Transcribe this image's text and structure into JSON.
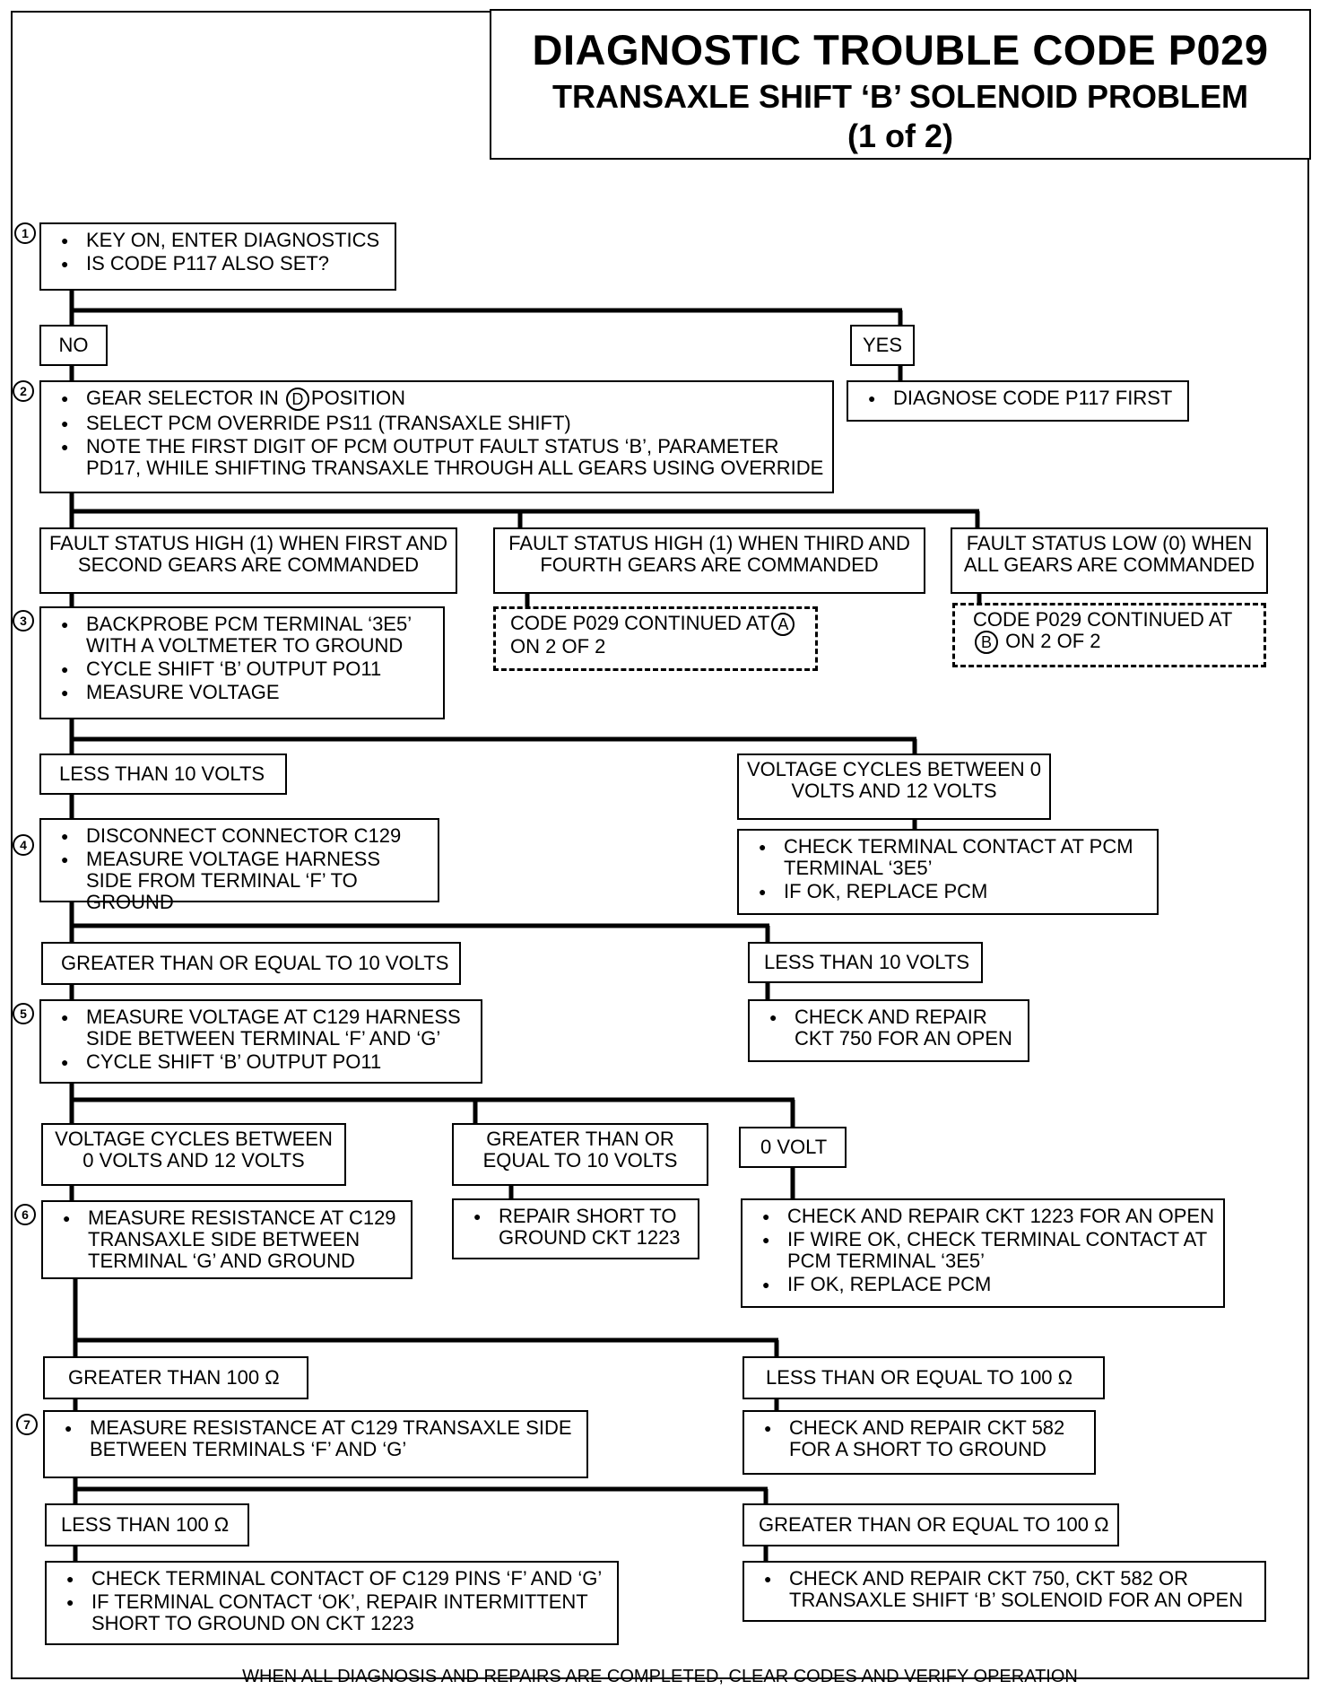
{
  "title": {
    "line1": "DIAGNOSTIC TROUBLE CODE P029",
    "line2": "TRANSAXLE SHIFT ‘B’ SOLENOID PROBLEM",
    "line3": "(1 of 2)"
  },
  "steps": {
    "s1": {
      "num": "1",
      "items": [
        "KEY ON, ENTER DIAGNOSTICS",
        "IS CODE P117 ALSO SET?"
      ]
    },
    "no": "NO",
    "yes": "YES",
    "diagnose": "DIAGNOSE CODE P117 FIRST",
    "s2": {
      "num": "2",
      "item1_pre": "GEAR SELECTOR IN",
      "item1_circle": "D",
      "item1_post": "POSITION",
      "item2": "SELECT PCM OVERRIDE PS11 (TRANSAXLE SHIFT)",
      "item3": "NOTE THE FIRST DIGIT OF PCM OUTPUT FAULT STATUS ‘B’, PARAMETER PD17, WHILE SHIFTING TRANSAXLE THROUGH ALL GEARS USING OVERRIDE"
    },
    "fault1": "FAULT STATUS HIGH (1) WHEN FIRST AND SECOND GEARS ARE COMMANDED",
    "fault2": "FAULT STATUS HIGH (1) WHEN THIRD AND FOURTH GEARS ARE COMMANDED",
    "fault3": "FAULT STATUS LOW  (0) WHEN ALL GEARS ARE COMMANDED",
    "contA": {
      "pre": "CODE P029 CONTINUED AT",
      "circle": "A",
      "post": "ON 2 OF 2"
    },
    "contB": {
      "pre": "CODE P029 CONTINUED AT",
      "circle": "B",
      "post": "ON 2 OF 2"
    },
    "s3": {
      "num": "3",
      "items": [
        "BACKPROBE PCM TERMINAL ‘3E5’ WITH A VOLTMETER TO GROUND",
        "CYCLE SHIFT ‘B’ OUTPUT PO11",
        "MEASURE VOLTAGE"
      ]
    },
    "lt10a": "LESS THAN 10 VOLTS",
    "cycles_a": "VOLTAGE CYCLES BETWEEN 0 VOLTS AND 12 VOLTS",
    "check_pcm": [
      "CHECK TERMINAL CONTACT AT PCM TERMINAL ‘3E5’",
      "IF OK, REPLACE PCM"
    ],
    "s4": {
      "num": "4",
      "items": [
        "DISCONNECT CONNECTOR C129",
        "MEASURE VOLTAGE HARNESS SIDE FROM TERMINAL ‘F’ TO GROUND"
      ]
    },
    "ge10a": "GREATER THAN OR EQUAL TO 10 VOLTS",
    "lt10b": "LESS THAN 10 VOLTS",
    "ckt750": "CHECK AND REPAIR CKT 750 FOR AN OPEN",
    "s5": {
      "num": "5",
      "items": [
        "MEASURE VOLTAGE AT C129 HARNESS SIDE BETWEEN TERMINAL ‘F’ AND ‘G’",
        "CYCLE SHIFT ‘B’ OUTPUT PO11"
      ]
    },
    "cycles_b": "VOLTAGE CYCLES BETWEEN 0 VOLTS AND 12 VOLTS",
    "ge10b": "GREATER THAN OR EQUAL TO 10 VOLTS",
    "zero": "0 VOLT",
    "s6": {
      "num": "6",
      "items": [
        "MEASURE RESISTANCE AT C129 TRANSAXLE SIDE BETWEEN TERMINAL ‘G’ AND GROUND"
      ]
    },
    "repair_short": "REPAIR  SHORT  TO GROUND CKT 1223",
    "ckt1223": [
      "CHECK AND REPAIR CKT 1223 FOR AN OPEN",
      "IF WIRE OK, CHECK TERMINAL CONTACT AT PCM TERMINAL ‘3E5’",
      "IF OK, REPLACE PCM"
    ],
    "gt100": "GREATER THAN 100 Ω",
    "le100": "LESS THAN OR EQUAL TO 100 Ω",
    "s7": {
      "num": "7",
      "items": [
        "MEASURE RESISTANCE AT C129 TRANSAXLE SIDE BETWEEN TERMINALS ‘F’ AND ‘G’"
      ]
    },
    "ckt582": "CHECK AND REPAIR CKT 582 FOR A SHORT TO GROUND",
    "lt100": "LESS THAN 100 Ω",
    "ge100": "GREATER THAN OR EQUAL TO 100 Ω",
    "final_left": [
      "CHECK TERMINAL CONTACT OF C129 PINS ‘F’ AND ‘G’",
      "IF TERMINAL CONTACT ‘OK’, REPAIR INTERMITTENT SHORT TO GROUND ON CKT 1223"
    ],
    "final_right": "CHECK AND REPAIR CKT 750, CKT 582 OR TRANSAXLE SHIFT ‘B’ SOLENOID FOR AN OPEN"
  },
  "footer": "WHEN ALL DIAGNOSIS AND REPAIRS ARE COMPLETED, CLEAR CODES AND VERIFY OPERATION"
}
